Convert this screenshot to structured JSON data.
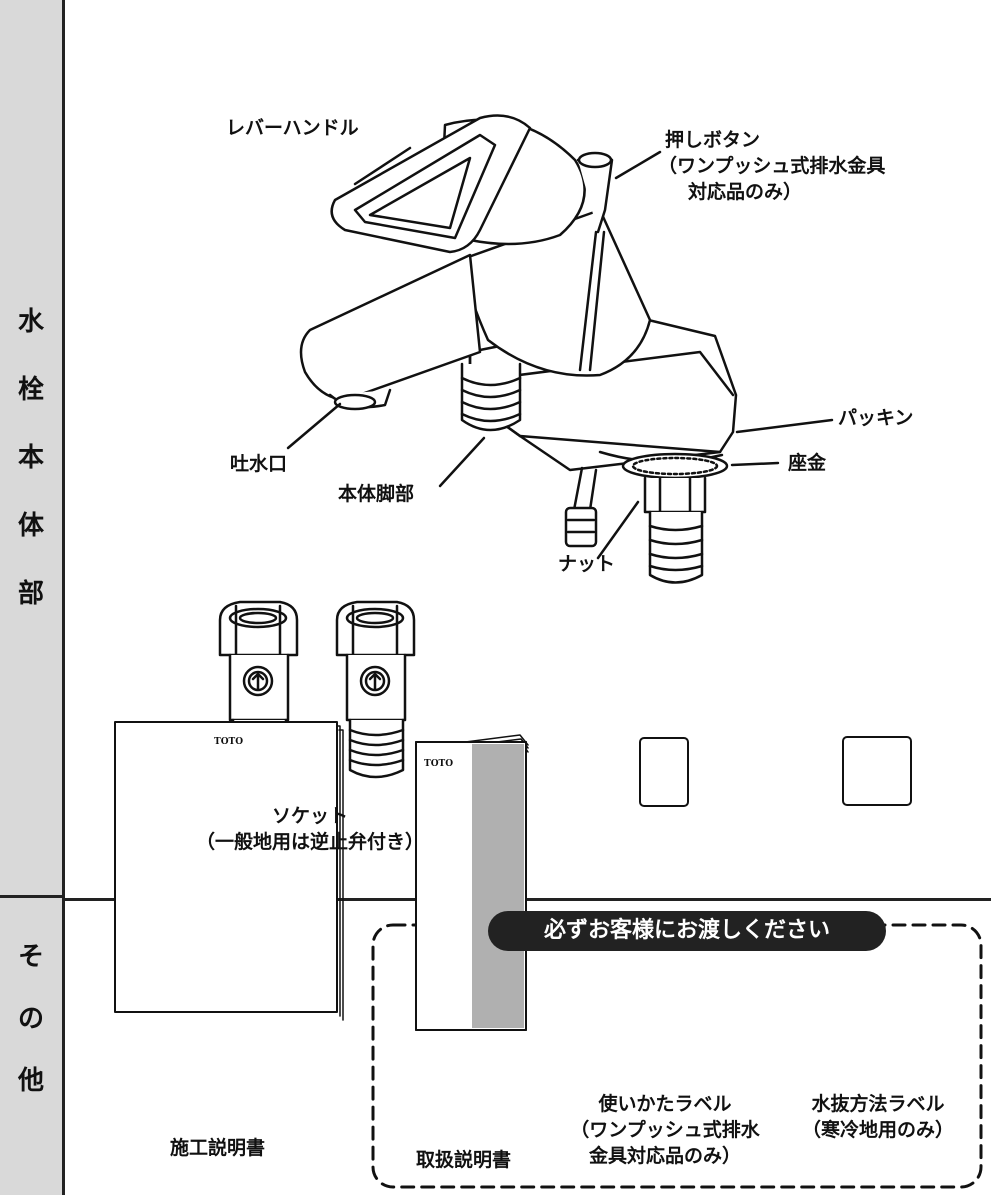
{
  "sections": {
    "top_label_chars": [
      "水",
      "栓",
      "本",
      "体",
      "部"
    ],
    "bottom_label_chars": [
      "そ",
      "の",
      "他"
    ]
  },
  "faucet": {
    "labels": {
      "lever_handle": "レバーハンドル",
      "push_button_line1": "押しボタン",
      "push_button_line2": "（ワンプッシュ式排水金具",
      "push_button_line3": "対応品のみ）",
      "spout": "吐水口",
      "body_leg": "本体脚部",
      "packing": "パッキン",
      "washer": "座金",
      "nut": "ナット"
    }
  },
  "socket": {
    "label_line1": "ソケット",
    "label_line2": "（一般地用は逆止弁付き）"
  },
  "others": {
    "install_manual": "施工説明書",
    "install_manual_brand": "TOTO",
    "notice_banner": "必ずお客様にお渡しください",
    "user_manual": "取扱説明書",
    "user_manual_brand": "TOTO",
    "usage_label_line1": "使いかたラベル",
    "usage_label_line2": "（ワンプッシュ式排水",
    "usage_label_line3": "金具対応品のみ）",
    "drain_label_line1": "水抜方法ラベル",
    "drain_label_line2": "（寒冷地用のみ）"
  },
  "colors": {
    "side_cell": "#d9d9d9",
    "line": "#222222",
    "book_spine": "#b0b0b0"
  }
}
